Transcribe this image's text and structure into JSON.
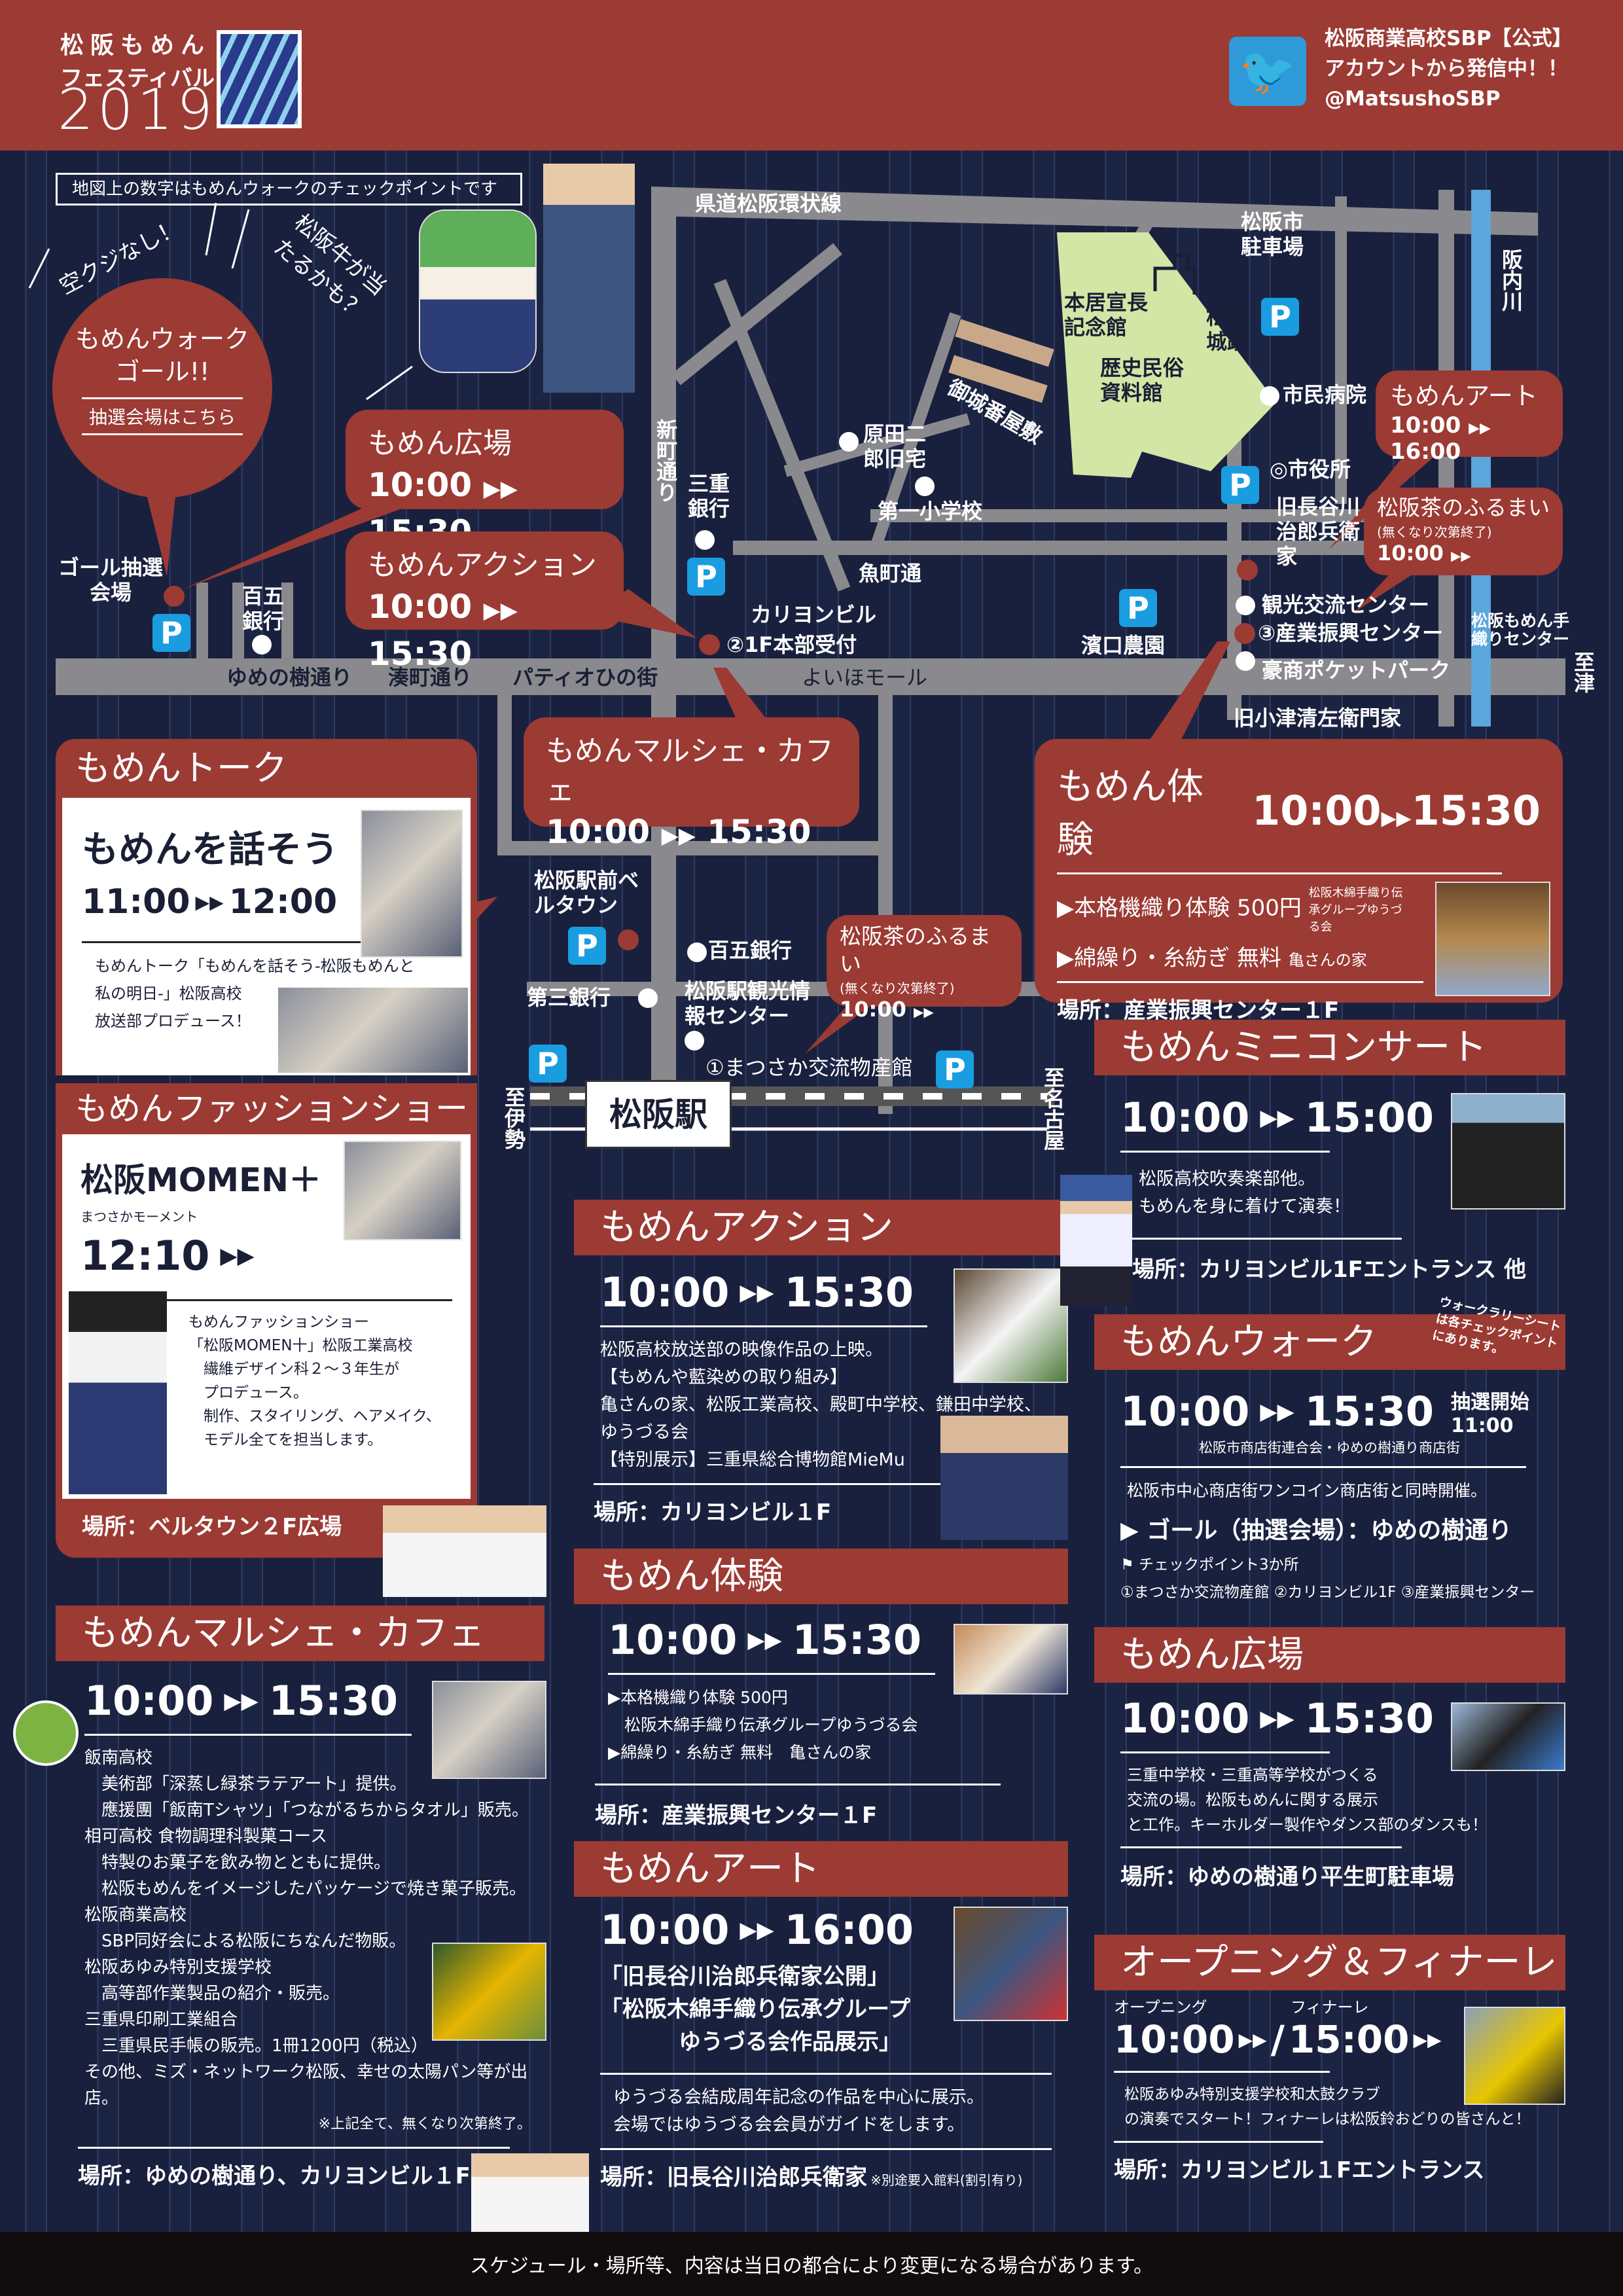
{
  "header": {
    "logo_line1": "松阪もめん",
    "logo_line2": "フェスティバル",
    "logo_year": "2019",
    "twitter_line1": "松阪商業高校SBP【公式】",
    "twitter_line2": "アカウントから発信中！！",
    "twitter_handle": "@MatsushoSBP",
    "icon": "twitter-bird-icon"
  },
  "colors": {
    "brand_red": "#9c3a34",
    "navy": "#1b2140",
    "parking": "#1a9de0",
    "river": "#5ba7dc",
    "castle": "#d4e6a5",
    "road": "#8a8a8e"
  },
  "map": {
    "note": "地図上の数字はもめんウォークのチェックポイントです",
    "callout1": "空クジなし！",
    "callout2": "松阪牛が当たるかも？",
    "goal_bubble": {
      "line1": "もめんウォーク",
      "line2": "ゴール!!",
      "sub": "抽選会場はこちら"
    },
    "bubbles": {
      "hiroba": {
        "title": "もめん広場",
        "start": "10:00",
        "end": "15:30"
      },
      "action": {
        "title": "もめんアクション",
        "start": "10:00",
        "end": "15:30"
      },
      "marche": {
        "title": "もめんマルシェ・カフェ",
        "start": "10:00",
        "end": "15:30"
      },
      "art": {
        "title": "もめんアート",
        "start": "10:00",
        "end": "16:00"
      },
      "tea1": {
        "title": "松阪茶のふるまい",
        "note": "(無くなり次第終了)",
        "start": "10:00"
      },
      "tea2": {
        "title": "松阪茶のふるまい",
        "note": "(無くなり次第終了)",
        "start": "10:00"
      }
    },
    "labels": {
      "ring_road": "県道松阪環状線",
      "shinmachi": "新町通り",
      "mie_bank": "三重銀行",
      "carillon": "カリヨンビル",
      "carillon2": "②1F本部受付",
      "harada": "原田二郎旧宅",
      "daiichi": "第一小学校",
      "uomachi": "魚町通",
      "gojoban": "御城番屋敷",
      "motoori": "本居宣長記念館",
      "rekishi": "歴史民俗資料館",
      "castle": "松坂城跡",
      "city_parking": "松阪市駐車場",
      "hospital": "市民病院",
      "city_hall": "◎市役所",
      "hasegawa": "旧長谷川治郎兵衛家",
      "kanko": "観光交流センター",
      "sangyo": "③産業振興センター",
      "gosho_park": "豪商ポケットパーク",
      "ozu": "旧小津清左衛門家",
      "hamaguchi": "濱口農園",
      "teori": "松阪もめん手織りセンター",
      "river": "阪内川",
      "to_tsu": "至津",
      "yoiho": "よいほモール",
      "yumenoki": "ゆめの樹通り",
      "minato": "湊町通り",
      "patio": "パティオひの街",
      "hyakugo1": "百五銀行",
      "goal": "ゴール抽選会場",
      "belltown": "松阪駅前ベルタウン",
      "hyakugo2": "百五銀行",
      "daisan": "第三銀行",
      "station_info": "松阪駅観光情報センター",
      "bussan": "①まつさか交流物産館",
      "station": "松阪駅",
      "to_ise": "至伊勢",
      "to_nagoya": "至名古屋",
      "parking": "P"
    }
  },
  "taiken_map": {
    "title": "もめん体験",
    "start": "10:00",
    "end": "15:30",
    "item1": "▶本格機織り体験 500円",
    "item1_org": "松阪木綿手織り伝承グループゆうづる会",
    "item2": "▶綿繰り・糸紡ぎ 無料",
    "item2_org": "亀さんの家",
    "place": "場所：産業振興センター１F"
  },
  "talk": {
    "header": "もめんトーク",
    "title": "もめんを話そう",
    "start": "11:00",
    "end": "12:00",
    "desc1": "もめんトーク「もめんを話そう-松阪もめんと",
    "desc2": "私の明日-」松阪高校",
    "desc3": "放送部プロデュース！"
  },
  "fashion": {
    "header": "もめんファッションショー",
    "title": "松阪MOMEN＋",
    "sub": "まつさかモーメント",
    "start": "12:10",
    "desc": [
      "もめんファッションショー",
      "「松阪MOMEN十」松阪工業高校",
      "　繊維デザイン科２～３年生が",
      "　プロデュース。",
      "　制作、スタイリング、ヘアメイク、",
      "　モデル全てを担当します。"
    ],
    "place": "場所：ベルタウン２F広場"
  },
  "marche": {
    "header": "もめんマルシェ・カフェ",
    "start": "10:00",
    "end": "15:30",
    "lines": [
      "飯南高校",
      "　美術部「深蒸し緑茶ラテアート」提供。",
      "　應援團「飯南Tシャツ」「つながるちからタオル」販売。",
      "相可高校 食物調理科製菓コース",
      "　特製のお菓子を飲み物とともに提供。",
      "　松阪もめんをイメージしたパッケージで焼き菓子販売。",
      "松阪商業高校",
      "　SBP同好会による松阪にちなんだ物販。",
      "松阪あゆみ特別支援学校",
      "　高等部作業製品の紹介・販売。",
      "三重県印刷工業組合",
      "　三重県民手帳の販売。1冊1200円（税込）",
      "その他、ミズ・ネットワーク松阪、幸せの太陽パン等が出店。"
    ],
    "note": "※上記全て、無くなり次第終了。",
    "place": "場所：ゆめの樹通り、カリヨンビル１F"
  },
  "action": {
    "header": "もめんアクション",
    "start": "10:00",
    "end": "15:30",
    "lines": [
      "松阪高校放送部の映像作品の上映。",
      "【もめんや藍染めの取り組み】",
      "亀さんの家、松阪工業高校、殿町中学校、鎌田中学校、",
      "ゆうづる会",
      "【特別展示】三重県総合博物館MieMu"
    ],
    "place": "場所：カリヨンビル１F"
  },
  "taiken": {
    "header": "もめん体験",
    "start": "10:00",
    "end": "15:30",
    "lines": [
      "▶本格機織り体験 500円",
      "　松阪木綿手織り伝承グループゆうづる会",
      "▶綿繰り・糸紡ぎ 無料　亀さんの家"
    ],
    "place": "場所：産業振興センター１F"
  },
  "art": {
    "header": "もめんアート",
    "start": "10:00",
    "end": "16:00",
    "title1": "「旧長谷川治郎兵衛家公開」",
    "title2": "「松阪木綿手織り伝承グループ",
    "title3": "ゆうづる会作品展示」",
    "lines": [
      "ゆうづる会結成周年記念の作品を中心に展示。",
      "会場ではゆうづる会会員がガイドをします。"
    ],
    "place": "場所：旧長谷川治郎兵衛家",
    "place_note": "※別途要入館料(割引有り)"
  },
  "concert": {
    "header": "もめんミニコンサート",
    "start": "10:00",
    "end": "15:00",
    "lines": [
      "松阪高校吹奏楽部他。",
      "もめんを身に着けて演奏！"
    ],
    "place": "場所：カリヨンビル1Fエントランス 他"
  },
  "walk": {
    "header": "もめんウォーク",
    "aside": "ウォークラリーシートは各チェックポイントにあります。",
    "start": "10:00",
    "end": "15:30",
    "lottery": "抽選開始11:00",
    "org": "松阪市商店街連合会・ゆめの樹通り商店街",
    "desc": "松阪市中心商店街ワンコイン商店街と同時開催。",
    "goal": "▶ ゴール（抽選会場）：ゆめの樹通り",
    "cp_title": "チェックポイント3か所",
    "cp_list": "①まつさか交流物産館 ②カリヨンビル1F ③産業振興センター"
  },
  "hiroba": {
    "header": "もめん広場",
    "start": "10:00",
    "end": "15:30",
    "lines": [
      "三重中学校・三重高等学校がつくる",
      "交流の場。松阪もめんに関する展示",
      "と工作。キーホルダー製作やダンス部のダンスも！"
    ],
    "place": "場所：ゆめの樹通り平生町駐車場"
  },
  "opening": {
    "header": "オープニング＆フィナーレ",
    "opening_label": "オープニング",
    "finale_label": "フィナーレ",
    "opening_time": "10:00",
    "finale_time": "15:00",
    "lines": [
      "松阪あゆみ特別支援学校和太鼓クラブ",
      "の演奏でスタート！フィナーレは松阪鈴おどりの皆さんと！"
    ],
    "place": "場所：カリヨンビル１Fエントランス"
  },
  "footer": {
    "notice": "スケジュール・場所等、内容は当日の都合により変更になる場合があります。"
  }
}
